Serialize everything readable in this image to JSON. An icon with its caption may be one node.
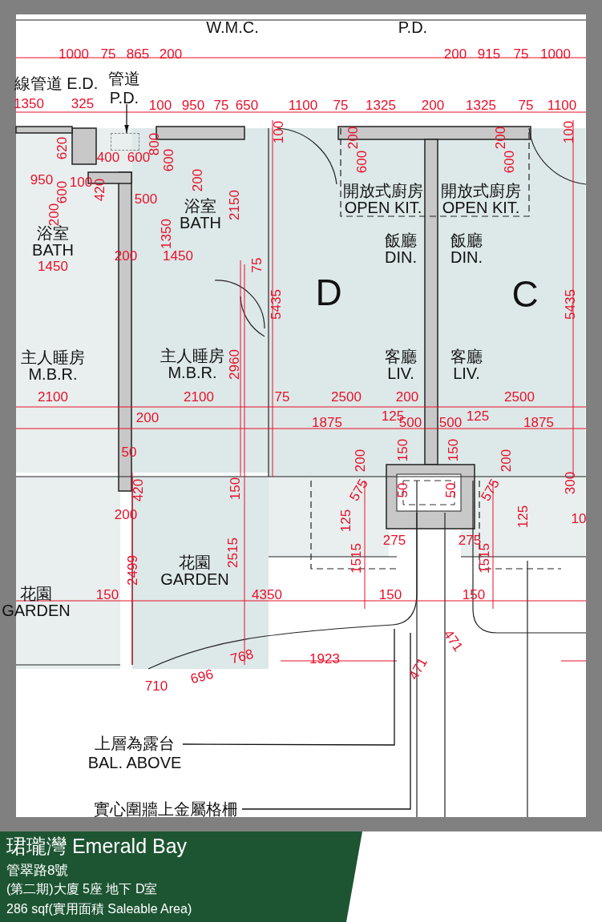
{
  "diagram": {
    "title": "珺瓏灣 Emerald Bay",
    "nodes": [
      {
        "text": [
          "管道 P.D."
        ]
      },
      {
        "text": [],
        "shape": "box"
      },
      {
        "text": [
          "上層為露台 BAL. ABOVE"
        ]
      },
      {
        "text": [
          "實心圍牆上金屬格柵"
        ]
      }
    ],
    "edges": [
      {
        "from": 0,
        "to": 1,
        "arrow": "to"
      },
      {
        "from": 2,
        "to": null,
        "arrow": "none"
      },
      {
        "from": 3,
        "to": null,
        "arrow": "none"
      }
    ],
    "labels": [
      "W.M.C.",
      "P.D.",
      "1000",
      "75",
      "865",
      "200",
      "200",
      "915",
      "75",
      "1000",
      "線管道 E.D.",
      "1350",
      "325",
      "100",
      "950",
      "75",
      "650",
      "1100",
      "75",
      "1325",
      "200",
      "1325",
      "75",
      "1100",
      "100",
      "100",
      "620",
      "800",
      "400",
      "600",
      "600",
      "200",
      "950",
      "100",
      "600",
      "420",
      "500",
      "200",
      "2150",
      "200",
      "600",
      "200",
      "600",
      "浴室 BATH",
      "浴室 BATH",
      "開放式廚房 OPEN KIT.",
      "開放式廚房 OPEN KIT.",
      "飯廳 DIN.",
      "飯廳 DIN.",
      "1350",
      "200",
      "1450",
      "1450",
      "75",
      "5435",
      "D",
      "C",
      "5435",
      "主人睡房 M.B.R.",
      "主人睡房 M.B.R.",
      "2960",
      "客廳 LIV.",
      "客廳 LIV.",
      "2100",
      "2100",
      "75",
      "2500",
      "200",
      "2500",
      "200",
      "1875",
      "125",
      "500",
      "500",
      "125",
      "1875",
      "50",
      "150",
      "150",
      "200",
      "200",
      "420",
      "150",
      "575",
      "575",
      "50",
      "50",
      "300",
      "10",
      "200",
      "125",
      "125",
      "275",
      "275",
      "2515",
      "1515",
      "1515",
      "2499",
      "花園 GARDEN",
      "花園 GARDEN",
      "150",
      "4350",
      "150",
      "150",
      "768",
      "1923",
      "696",
      "710",
      "471",
      "471",
      "管翠路8號",
      "(第二期)大廈 5座 地下 D室",
      "286 sqf(實用面積 Saleable Area)"
    ]
  }
}
